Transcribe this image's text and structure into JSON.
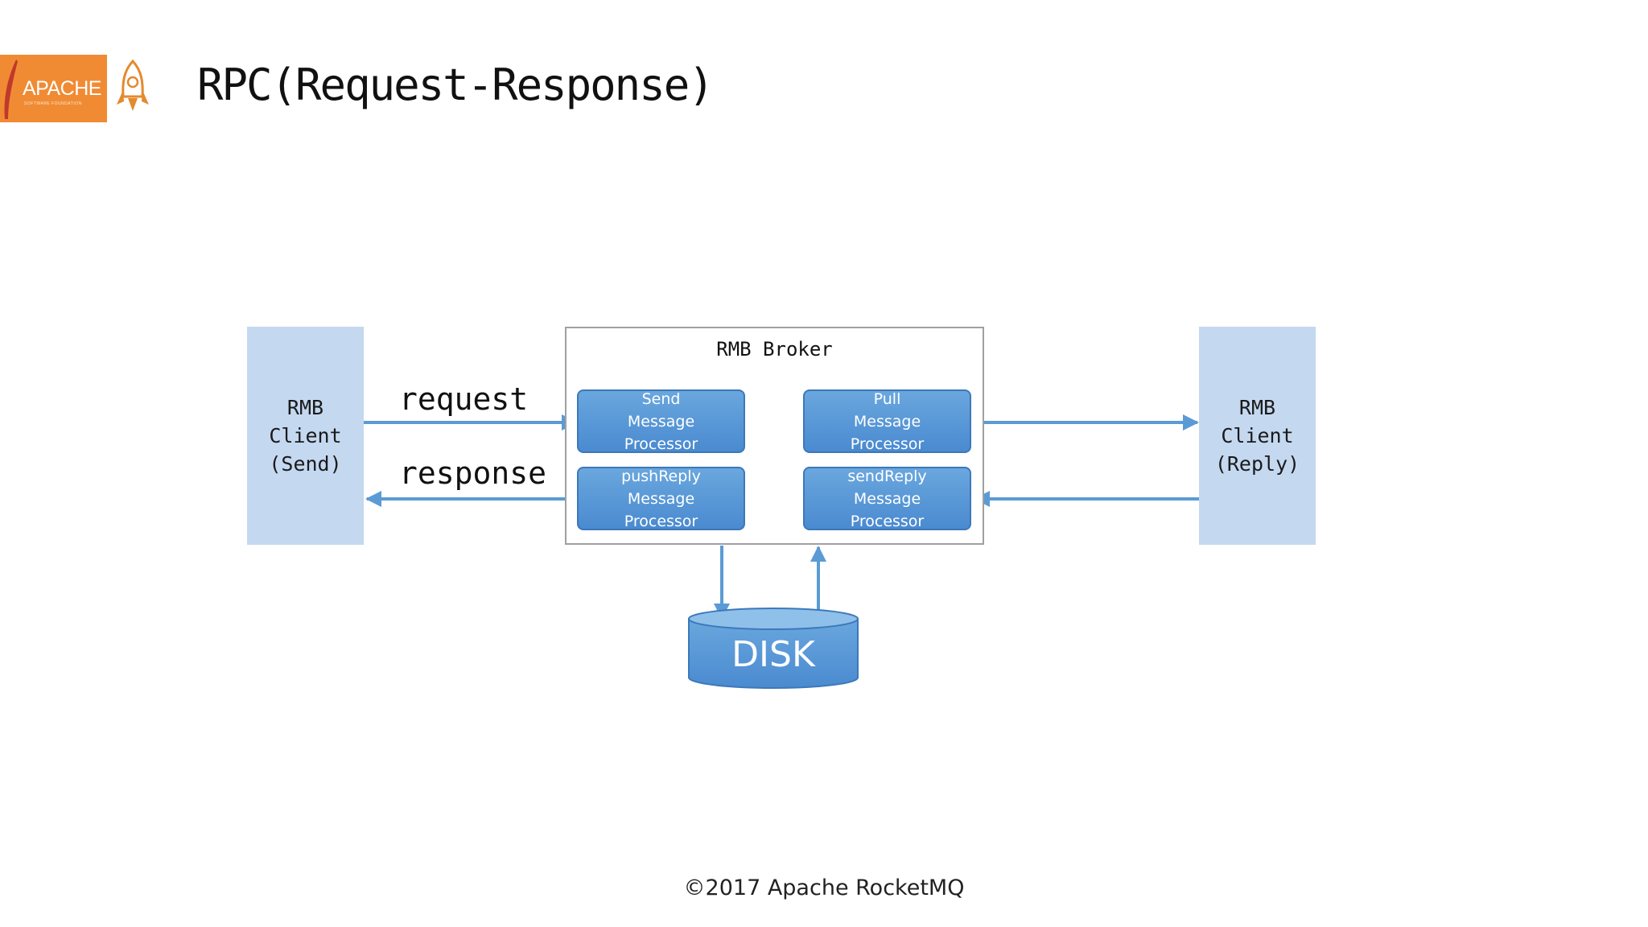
{
  "header": {
    "logo_text": "APACHE",
    "logo_sub": "SOFTWARE FOUNDATION",
    "title": "RPC(Request-Response)"
  },
  "diagram": {
    "client_send": [
      "RMB",
      "Client",
      "(Send)"
    ],
    "client_reply": [
      "RMB",
      "Client",
      "(Reply)"
    ],
    "broker_title": "RMB Broker",
    "processors": {
      "send": [
        "Send",
        "Message",
        "Processor"
      ],
      "pull": [
        "Pull",
        "Message",
        "Processor"
      ],
      "push_reply": [
        "pushReply",
        "Message",
        "Processor"
      ],
      "send_reply": [
        "sendReply",
        "Message",
        "Processor"
      ]
    },
    "edges": {
      "request": "request",
      "response": "response"
    },
    "disk": "DISK"
  },
  "footer": {
    "copyright": "©2017 Apache RocketMQ"
  },
  "colors": {
    "accent_orange": "#f08b34",
    "client_fill": "#c4d8f0",
    "processor_fill": "#5b9bd5",
    "arrow": "#5b9bd5"
  }
}
